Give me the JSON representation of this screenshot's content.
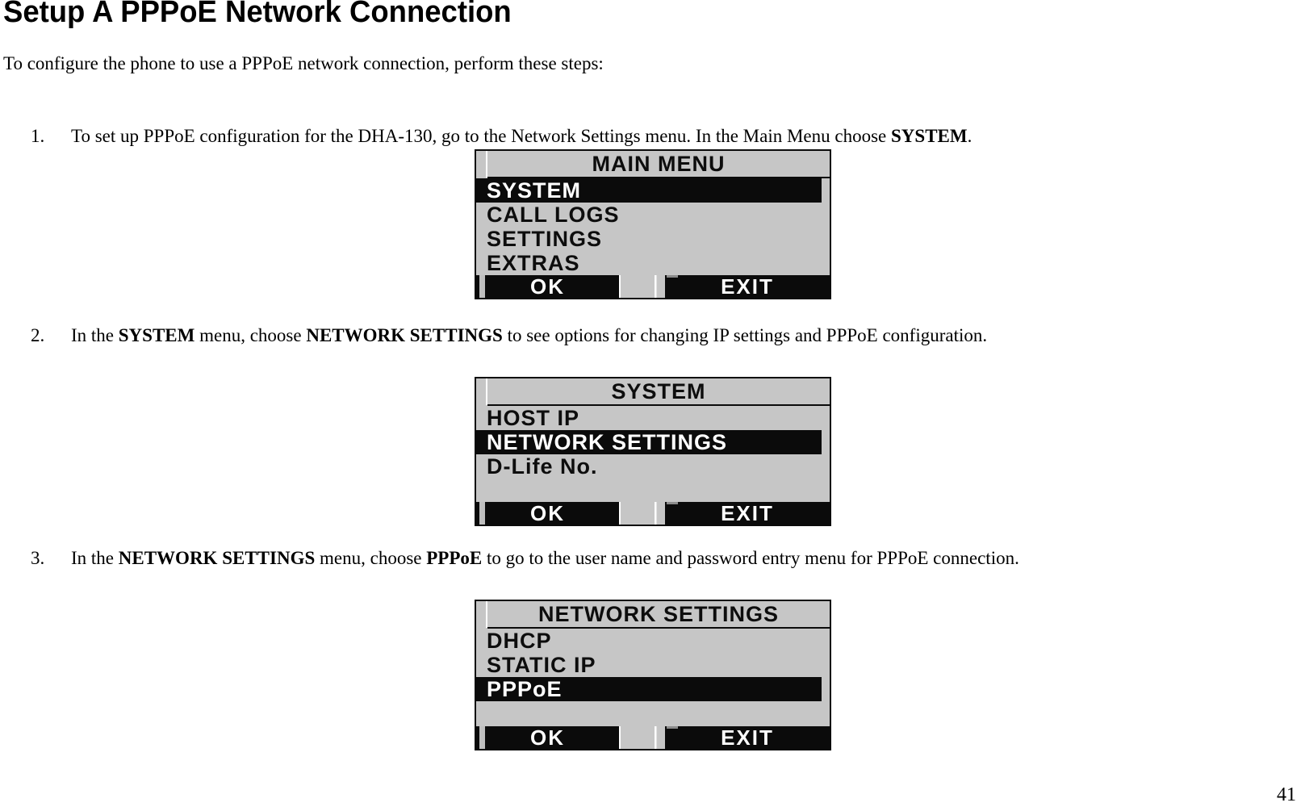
{
  "page": {
    "title": "Setup A PPPoE Network Connection",
    "intro": "To configure the phone to use a PPPoE network connection, perform these steps:",
    "page_number": "41"
  },
  "steps": [
    {
      "number": "1.",
      "segments": [
        {
          "text": "To set up PPPoE configuration for the DHA-130, go to the Network Settings menu. In the Main Menu choose ",
          "bold": false
        },
        {
          "text": "SYSTEM",
          "bold": true
        },
        {
          "text": ".",
          "bold": false
        }
      ]
    },
    {
      "number": "2.",
      "segments": [
        {
          "text": "In the ",
          "bold": false
        },
        {
          "text": "SYSTEM",
          "bold": true
        },
        {
          "text": " menu, choose ",
          "bold": false
        },
        {
          "text": "NETWORK SETTINGS",
          "bold": true
        },
        {
          "text": " to see options for changing IP settings and PPPoE configuration.",
          "bold": false
        }
      ]
    },
    {
      "number": "3.",
      "segments": [
        {
          "text": "In the ",
          "bold": false
        },
        {
          "text": "NETWORK SETTINGS",
          "bold": true
        },
        {
          "text": " menu, choose ",
          "bold": false
        },
        {
          "text": "PPPoE",
          "bold": true
        },
        {
          "text": " to go to the user name and password entry menu for PPPoE connection.",
          "bold": false
        }
      ]
    }
  ],
  "screens": [
    {
      "id": "main-menu",
      "title": "MAIN MENU",
      "items": [
        {
          "label": "SYSTEM",
          "highlighted": true
        },
        {
          "label": "CALL LOGS",
          "highlighted": false
        },
        {
          "label": "SETTINGS",
          "highlighted": false
        },
        {
          "label": "EXTRAS",
          "highlighted": false
        }
      ],
      "softkeys": {
        "left": "OK",
        "right": "EXIT"
      }
    },
    {
      "id": "system",
      "title": "SYSTEM",
      "items": [
        {
          "label": "HOST IP",
          "highlighted": false
        },
        {
          "label": "NETWORK SETTINGS",
          "highlighted": true
        },
        {
          "label": "D-Life No.",
          "highlighted": false
        }
      ],
      "softkeys": {
        "left": "OK",
        "right": "EXIT"
      }
    },
    {
      "id": "network-settings",
      "title": "NETWORK SETTINGS",
      "items": [
        {
          "label": "DHCP",
          "highlighted": false
        },
        {
          "label": "STATIC IP",
          "highlighted": false
        },
        {
          "label": "PPPoE",
          "highlighted": true
        }
      ],
      "softkeys": {
        "left": "OK",
        "right": "EXIT"
      }
    }
  ],
  "colors": {
    "lcd_gray": "#c6c6c6",
    "lcd_black": "#0b0b0b",
    "highlight_text": "#ffffff"
  }
}
